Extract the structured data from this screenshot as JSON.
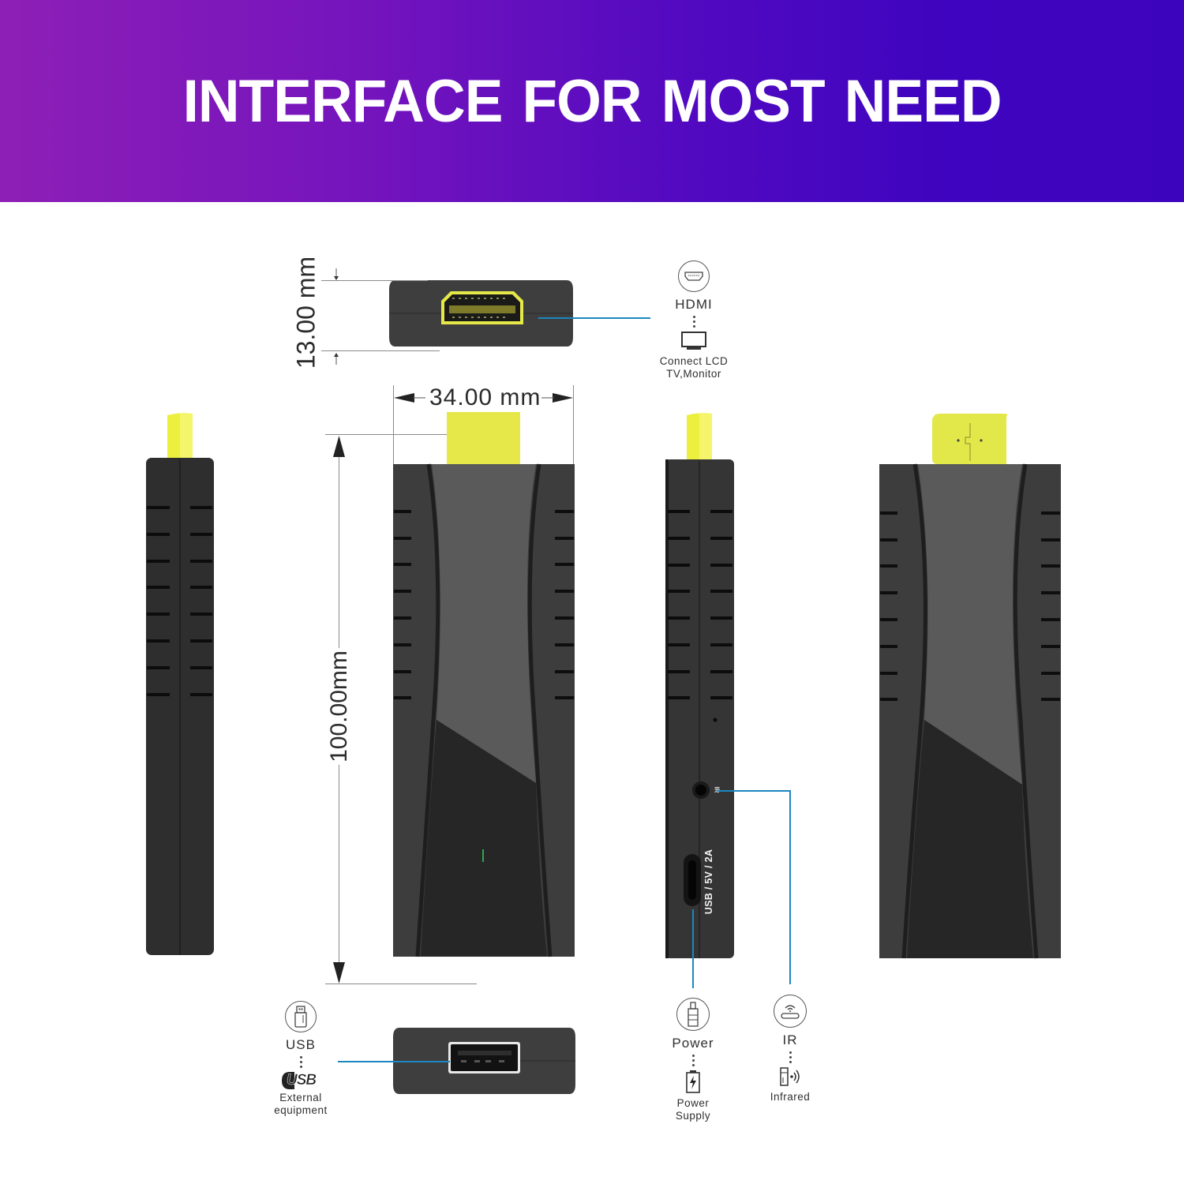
{
  "header": {
    "title": "INTERFACE  FOR MOST NEED",
    "gradient_start": "#8e1fb6",
    "gradient_end": "#3d04bd"
  },
  "dimensions": {
    "thickness": "13.00 mm",
    "width": "34.00 mm",
    "length": "100.00mm"
  },
  "device": {
    "side_port_label": "USB / 5V / 2A",
    "ir_mark": "IR",
    "body_color": "#3b3b3b",
    "connector_color": "#e3e84a",
    "leader_color": "#1c87c0"
  },
  "callouts": {
    "hdmi": {
      "icon": "hdmi-port-icon",
      "title": "HDMI",
      "sub_icon": "monitor-icon",
      "description_line1": "Connect LCD",
      "description_line2": "TV,Monitor"
    },
    "usb": {
      "icon": "usb-plug-icon",
      "title": "USB",
      "sub_icon": "usb-logo-icon",
      "sub_icon_text": "USB",
      "description_line1": "External",
      "description_line2": "equipment"
    },
    "power": {
      "icon": "power-plug-icon",
      "title": "Power",
      "sub_icon": "battery-charging-icon",
      "description_line1": "Power",
      "description_line2": "Supply"
    },
    "ir": {
      "icon": "ir-receiver-icon",
      "title": "IR",
      "sub_icon": "infrared-remote-icon",
      "description_line1": "Infrared"
    }
  }
}
